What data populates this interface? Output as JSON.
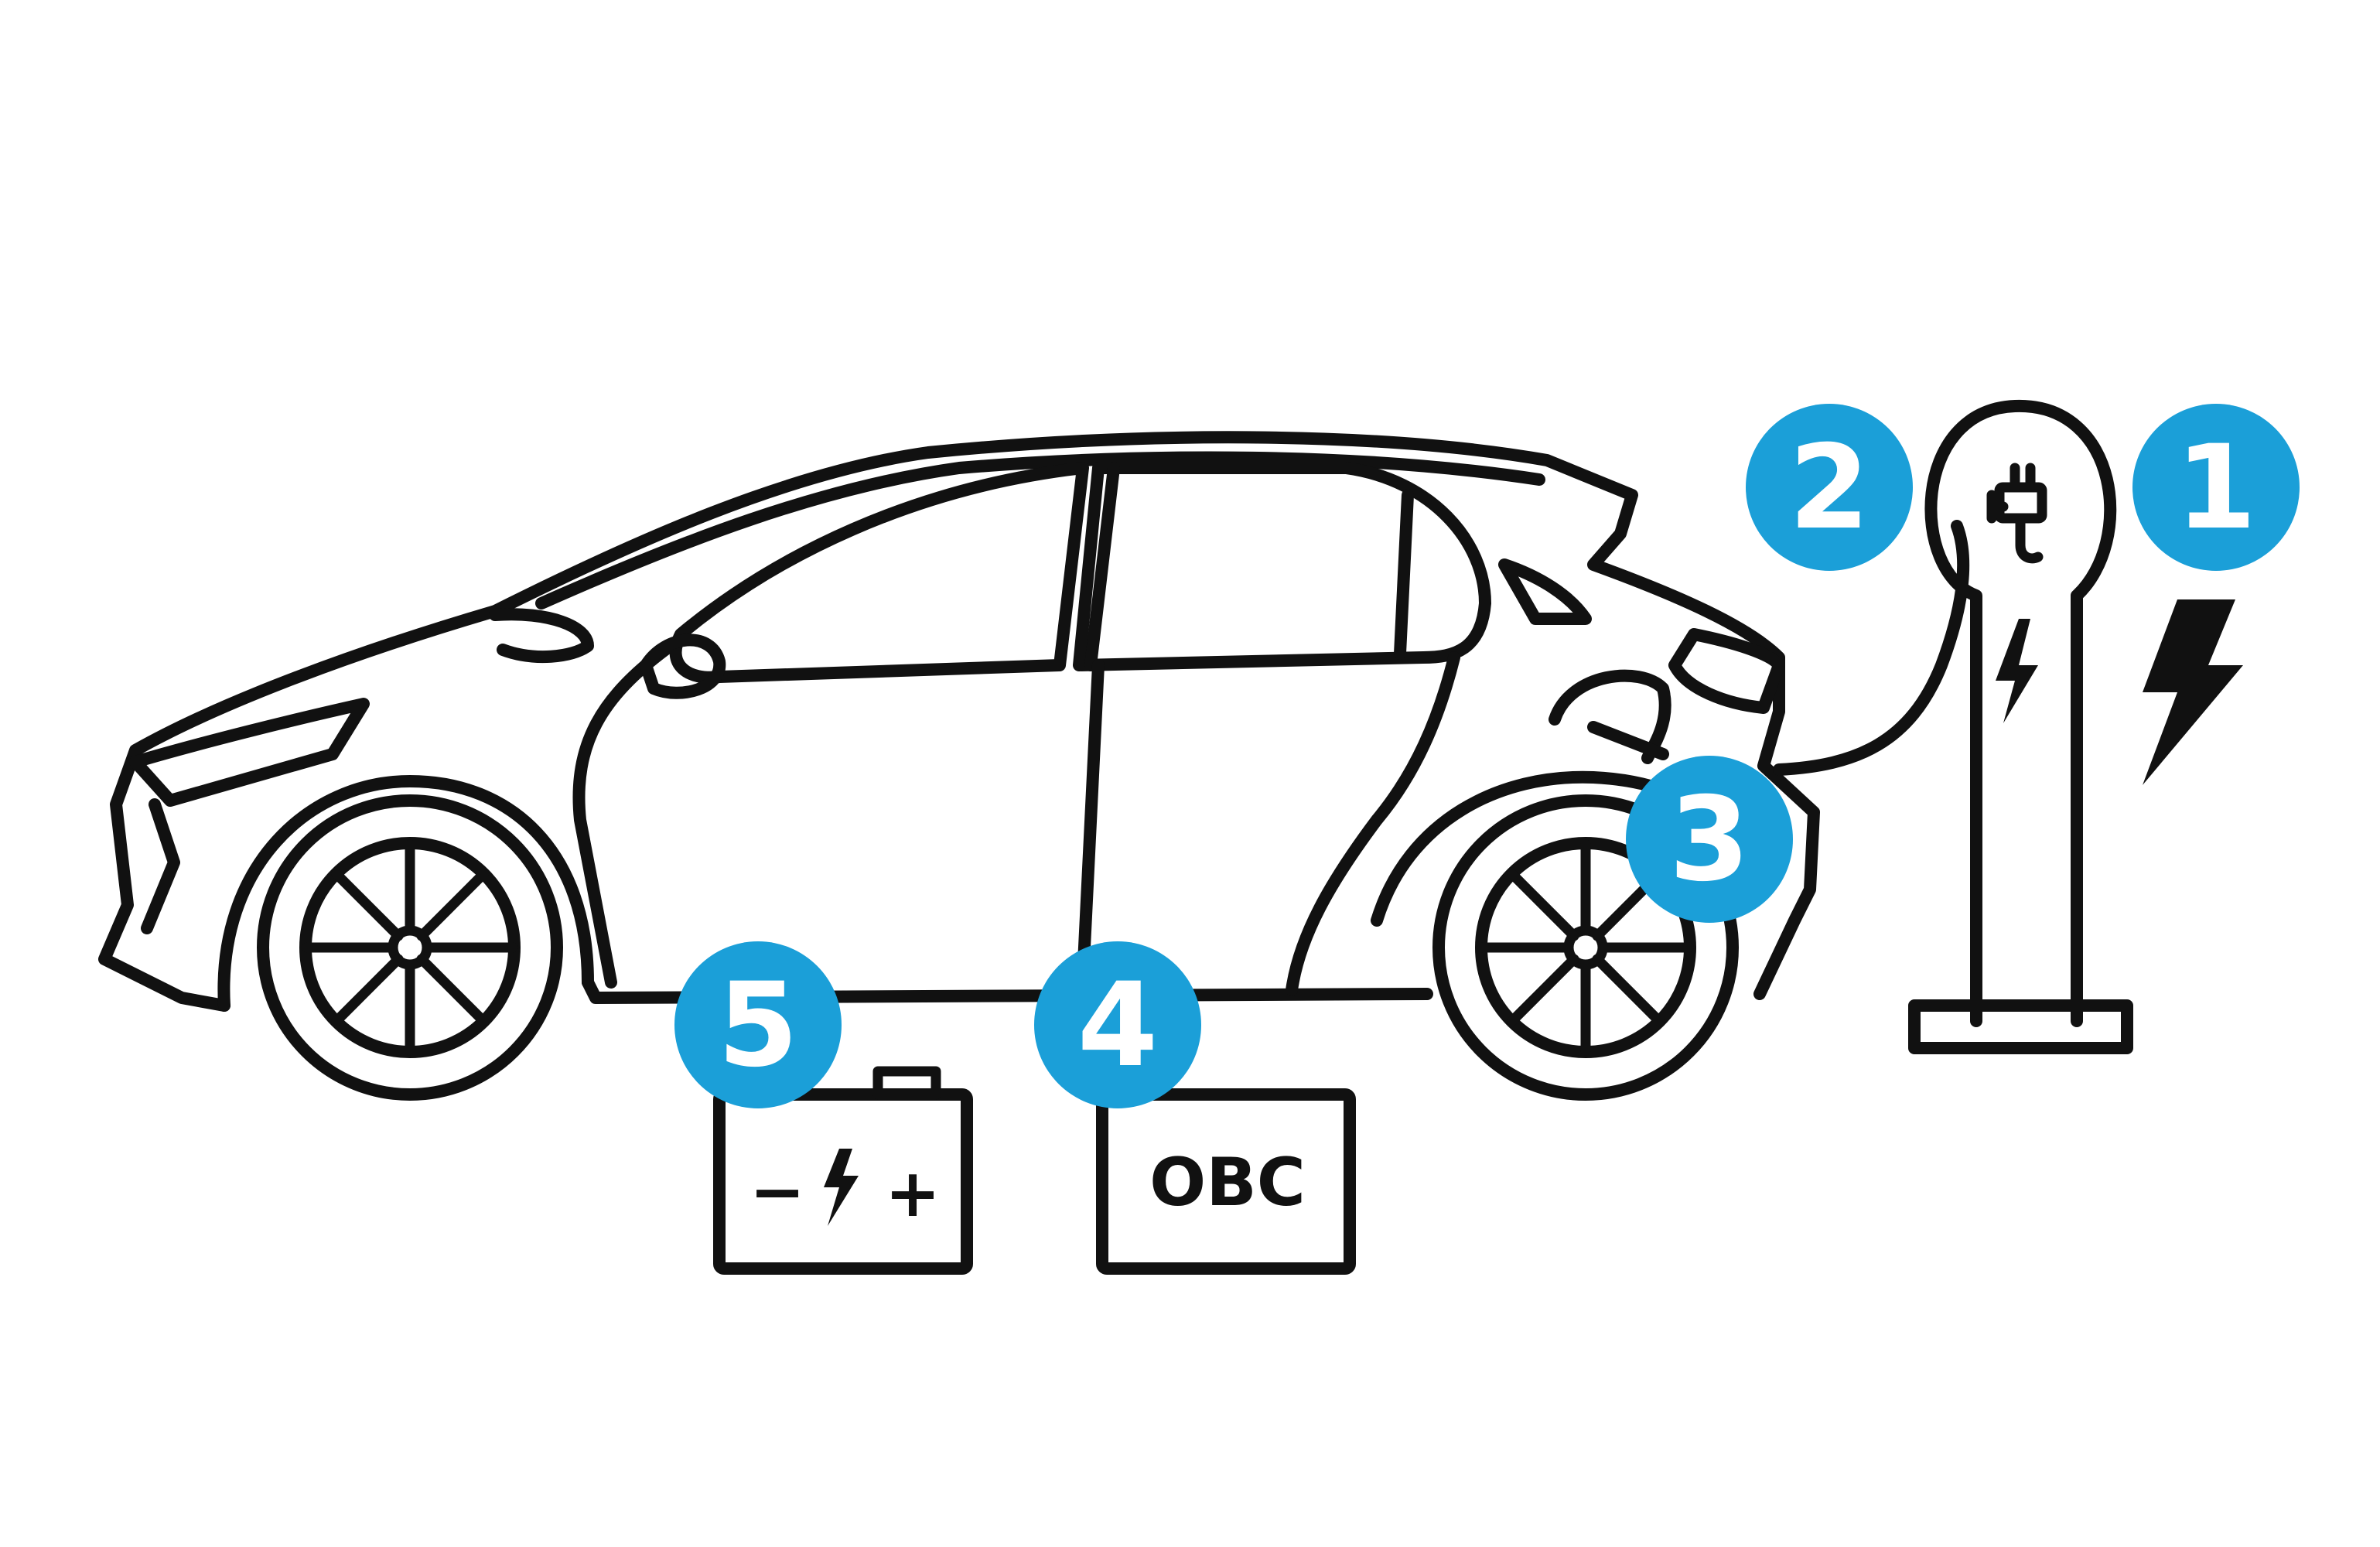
{
  "diagram": {
    "badges": [
      {
        "label": "1",
        "refers_to": "power-supply"
      },
      {
        "label": "2",
        "refers_to": "charging-station"
      },
      {
        "label": "3",
        "refers_to": "charging-port"
      },
      {
        "label": "4",
        "refers_to": "on-board-charger"
      },
      {
        "label": "5",
        "refers_to": "battery"
      }
    ],
    "obc_label": "OBC",
    "battery_label": {
      "minus": "−",
      "plus": "+"
    },
    "colors": {
      "badge": "#1b9fd8",
      "badge_text": "#ffffff",
      "line": "#111111",
      "background": "#ffffff"
    },
    "icons": [
      "lightning-bolt-icon",
      "plug-icon",
      "charge-bolt-icon",
      "battery-icon",
      "wheel-icon"
    ]
  }
}
